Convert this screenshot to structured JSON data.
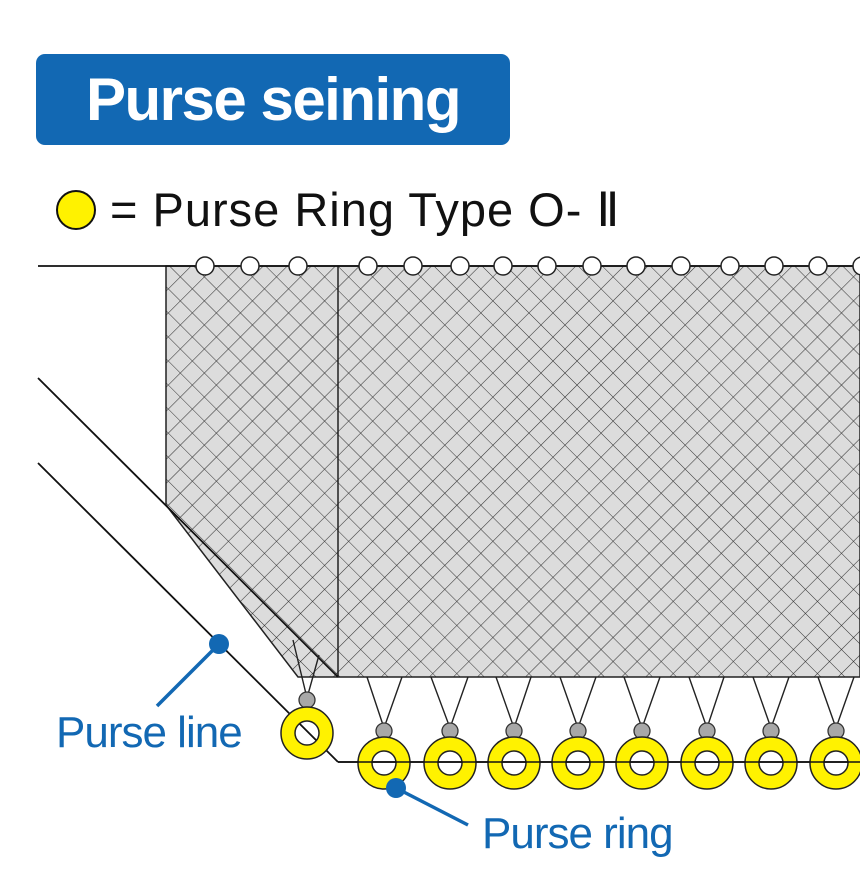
{
  "title": "Purse seining",
  "legend": {
    "symbol": "yellow-ring-icon",
    "text": "= Purse Ring Type O- Ⅱ"
  },
  "labels": {
    "purse_line": "Purse line",
    "purse_ring": "Purse ring"
  },
  "colors": {
    "accent_blue": "#1268b3",
    "ring_yellow": "#fff200",
    "net_fill": "#dcdcdc",
    "float_white": "#ffffff",
    "connector_gray": "#a8a8a8"
  }
}
